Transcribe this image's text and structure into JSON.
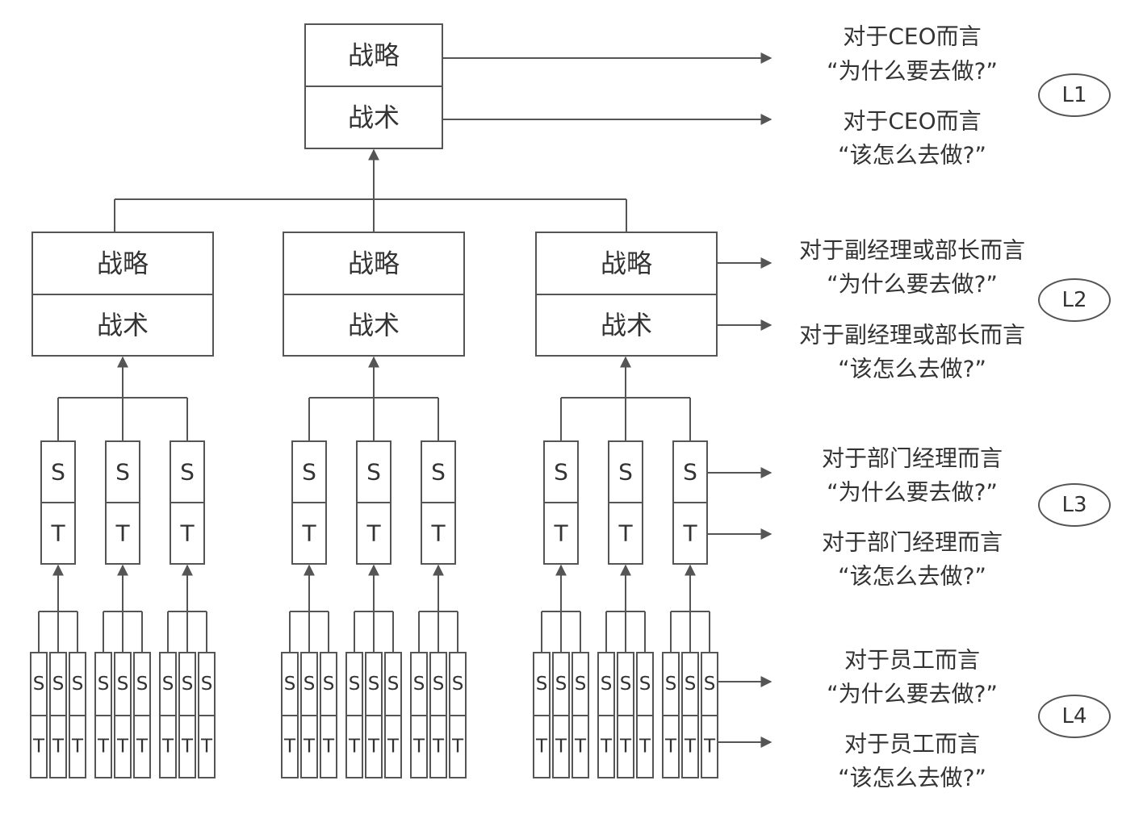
{
  "labels": {
    "strategy": "战略",
    "tactics": "战术",
    "s": "S",
    "t": "T"
  },
  "annotations": [
    {
      "level": "L1",
      "why_line1": "对于CEO而言",
      "why_line2": "“为什么要去做?”",
      "how_line1": "对于CEO而言",
      "how_line2": "“该怎么去做?”"
    },
    {
      "level": "L2",
      "why_line1": "对于副经理或部长而言",
      "why_line2": "“为什么要去做?”",
      "how_line1": "对于副经理或部长而言",
      "how_line2": "“该怎么去做?”"
    },
    {
      "level": "L3",
      "why_line1": "对于部门经理而言",
      "why_line2": "“为什么要去做?”",
      "how_line1": "对于部门经理而言",
      "how_line2": "“该怎么去做?”"
    },
    {
      "level": "L4",
      "why_line1": "对于员工而言",
      "why_line2": "“为什么要去做?”",
      "how_line1": "对于员工而言",
      "how_line2": "“该怎么去做?”"
    }
  ],
  "colors": {
    "line": "#555555",
    "text": "#333333",
    "background": "#ffffff"
  }
}
